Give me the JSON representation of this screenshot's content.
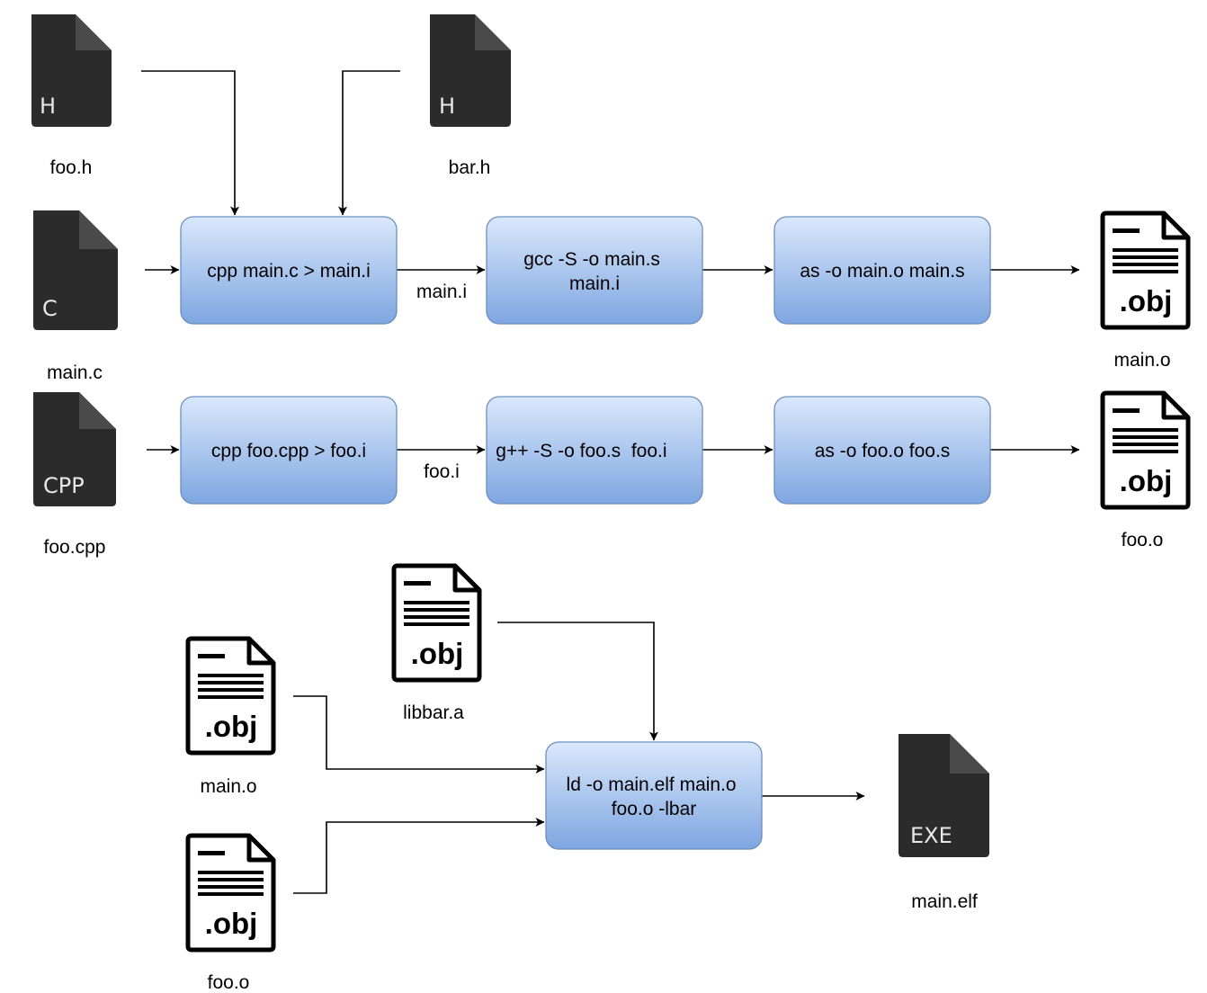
{
  "files": {
    "foo_h": {
      "badge": "H",
      "label": "foo.h"
    },
    "bar_h": {
      "badge": "H",
      "label": "bar.h"
    },
    "main_c": {
      "badge": "C",
      "label": "main.c"
    },
    "foo_cpp": {
      "badge": "CPP",
      "label": "foo.cpp"
    },
    "main_o_top": {
      "badge": ".obj",
      "label": "main.o"
    },
    "foo_o_top": {
      "badge": ".obj",
      "label": "foo.o"
    },
    "libbar_a": {
      "badge": ".obj",
      "label": "libbar.a"
    },
    "main_o_link": {
      "badge": ".obj",
      "label": "main.o"
    },
    "foo_o_link": {
      "badge": ".obj",
      "label": "foo.o"
    },
    "main_elf": {
      "badge": "EXE",
      "label": "main.elf"
    }
  },
  "steps": {
    "cpp_main": [
      "cpp main.c > main.i"
    ],
    "gcc_main": [
      "gcc -S -o main.s",
      "main.i"
    ],
    "as_main": [
      "as -o main.o main.s"
    ],
    "cpp_foo": [
      "cpp foo.cpp > foo.i"
    ],
    "gpp_foo": [
      "g++ -S -o foo.s  foo.i"
    ],
    "as_foo": [
      "as -o foo.o foo.s"
    ],
    "ld": [
      "ld -o main.elf main.o",
      "foo.o -lbar"
    ]
  },
  "edges": {
    "main_i": "main.i",
    "foo_i": "foo.i"
  },
  "colors": {
    "file_icon": "#2b2b2b",
    "file_fold": "#4a4a4a",
    "box_top": "#dae8fc",
    "box_bottom": "#7ea6e0",
    "box_border": "#6c8ebf"
  }
}
